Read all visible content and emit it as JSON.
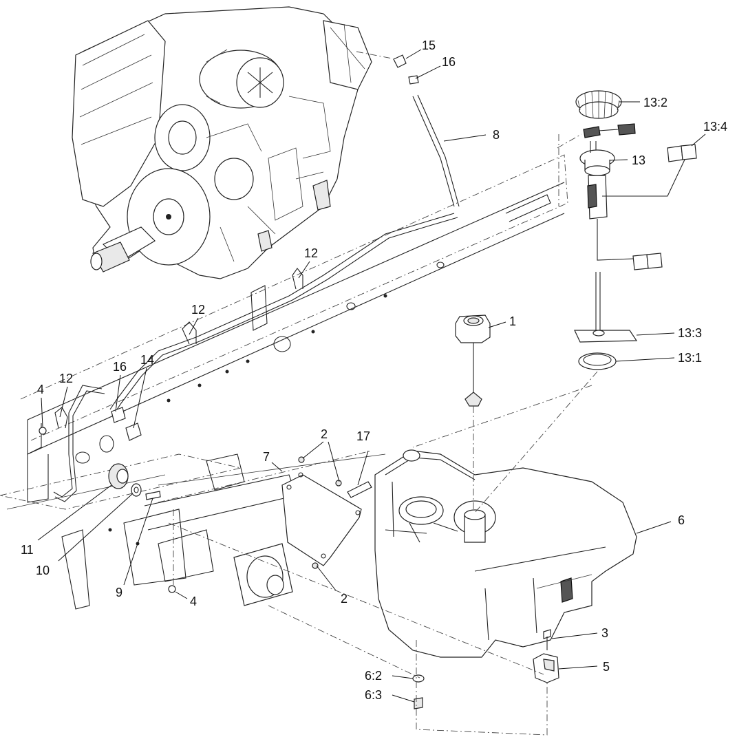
{
  "callouts": {
    "c15": "15",
    "c16_top": "16",
    "c8": "8",
    "c13_2": "13:2",
    "c13_4": "13:4",
    "c13": "13",
    "c12_mid": "12",
    "c12_left": "12",
    "c12_far": "12",
    "c1": "1",
    "c13_3": "13:3",
    "c13_1": "13:1",
    "c16_low": "16",
    "c14": "14",
    "c4_top": "4",
    "c2_top": "2",
    "c17": "17",
    "c7": "7",
    "c6": "6",
    "c11": "11",
    "c10": "10",
    "c9": "9",
    "c4_bottom": "4",
    "c2_bottom": "2",
    "c3": "3",
    "c5": "5",
    "c6_2": "6:2",
    "c6_3": "6:3"
  }
}
